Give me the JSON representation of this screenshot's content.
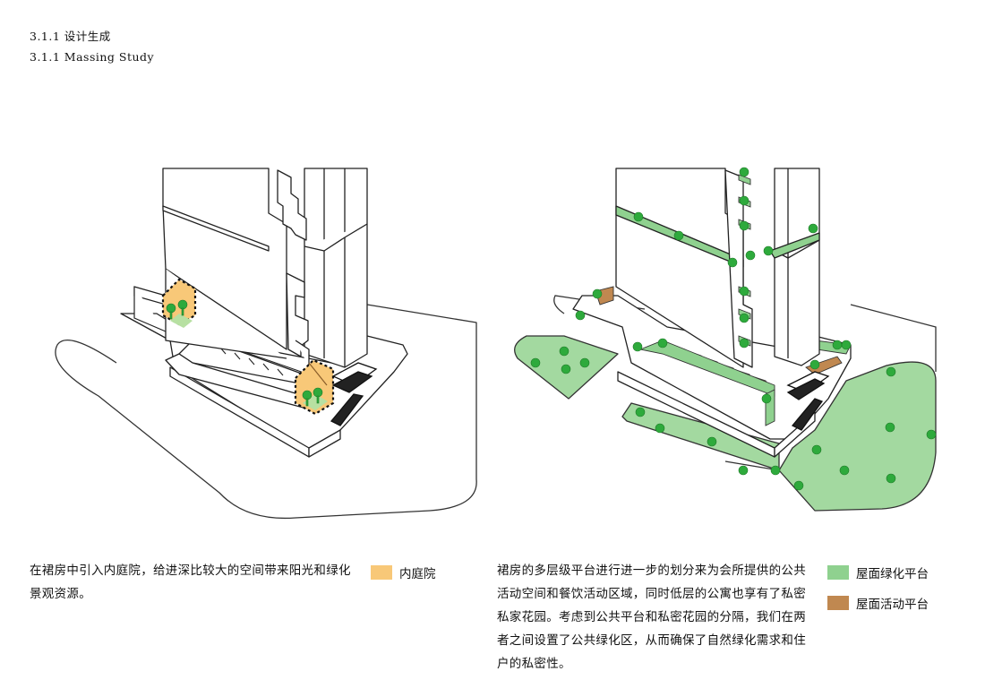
{
  "header": {
    "title_cn": "3.1.1 设计生成",
    "title_en": "3.1.1 Massing Study"
  },
  "left_panel": {
    "caption": "在裙房中引入内庭院，给进深比较大的空间带来阳光和绿化景观资源。",
    "legend": [
      {
        "label": "内庭院",
        "color": "#F8C878"
      }
    ]
  },
  "right_panel": {
    "caption": "裙房的多层级平台进行进一步的划分来为会所提供的公共活动空间和餐饮活动区域，同时低层的公寓也享有了私密私家花园。考虑到公共平台和私密花园的分隔，我们在两者之间设置了公共绿化区，从而确保了自然绿化需求和住户的私密性。",
    "legend": [
      {
        "label": "屋面绿化平台",
        "color": "#8FD18F"
      },
      {
        "label": "屋面活动平台",
        "color": "#C08850"
      }
    ]
  },
  "colors": {
    "tree": "#2EAA3C",
    "green_area": "#A3D9A0",
    "courtyard": "#F8C878",
    "activity": "#C08850",
    "outline": "#222222"
  }
}
